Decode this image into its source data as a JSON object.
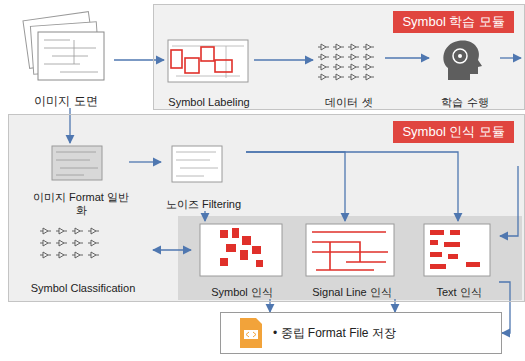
{
  "diagram": {
    "nodes": [
      {
        "text": [
          "이미지 도면"
        ]
      },
      {
        "text": [
          "Symbol 학습 모듈"
        ]
      },
      {
        "text": [
          "Symbol Labeling"
        ],
        "in": 1
      },
      {
        "text": [
          "데이터 셋"
        ],
        "in": 1
      },
      {
        "text": [
          "학습 수행"
        ],
        "in": 1
      },
      {
        "text": [
          "Symbol 인식 모듈"
        ]
      },
      {
        "text": [
          "이미지 Format 일반화"
        ],
        "in": 5
      },
      {
        "text": [
          "노이즈 Filtering"
        ],
        "in": 5
      },
      {
        "text": [
          "Symbol Classification"
        ],
        "in": 5
      },
      {
        "text": [
          "Symbol 인식"
        ],
        "in": 5
      },
      {
        "text": [
          "Signal Line 인식"
        ],
        "in": 5
      },
      {
        "text": [
          "Text 인식"
        ],
        "in": 5
      },
      {
        "text": [
          "• 중립 Format File 저장"
        ]
      }
    ],
    "edges": [
      {
        "from": 0,
        "to": 2,
        "arrow": "to"
      },
      {
        "from": 2,
        "to": 3,
        "arrow": "to"
      },
      {
        "from": 3,
        "to": 4,
        "arrow": "to"
      },
      {
        "from": 0,
        "to": 6,
        "arrow": "to"
      },
      {
        "from": 6,
        "to": 7,
        "arrow": "to"
      },
      {
        "from": 7,
        "to": 9,
        "arrow": "to"
      },
      {
        "from": 7,
        "to": 10,
        "arrow": "to"
      },
      {
        "from": 7,
        "to": 11,
        "arrow": "to"
      },
      {
        "from": 8,
        "to": 9,
        "arrow": "both"
      },
      {
        "from": 9,
        "to": 12,
        "arrow": "to"
      },
      {
        "from": 10,
        "to": 12,
        "arrow": "to"
      },
      {
        "from": 11,
        "to": 12,
        "arrow": "to"
      }
    ]
  }
}
